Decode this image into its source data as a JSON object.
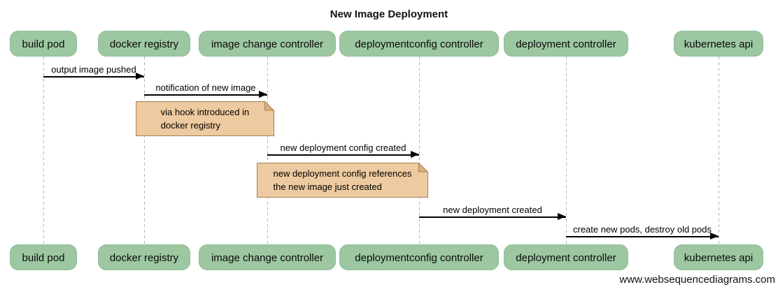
{
  "title": "New Image Deployment",
  "footer": "www.websequencediagrams.com",
  "actors": [
    {
      "label": "build pod"
    },
    {
      "label": "docker registry"
    },
    {
      "label": "image change controller"
    },
    {
      "label": "deploymentconfig controller"
    },
    {
      "label": "deployment controller"
    },
    {
      "label": "kubernetes api"
    }
  ],
  "messages": [
    {
      "label": "output image pushed",
      "from": "build pod",
      "to": "docker registry"
    },
    {
      "label": "notification of new image",
      "from": "docker registry",
      "to": "image change controller"
    },
    {
      "label": "new deployment config created",
      "from": "image change controller",
      "to": "deploymentconfig controller"
    },
    {
      "label": "new deployment created",
      "from": "deploymentconfig controller",
      "to": "deployment controller"
    },
    {
      "label": "create new pods, destroy old pods",
      "from": "deployment controller",
      "to": "kubernetes api"
    }
  ],
  "notes": [
    {
      "line1": "via hook introduced in",
      "line2": "docker registry",
      "anchored_to": "docker registry"
    },
    {
      "line1": "new deployment config references",
      "line2": "the new image just created",
      "anchored_to": "image change controller"
    }
  ],
  "colors": {
    "actor_fill": "#9cc7a0",
    "actor_border": "#90bd98",
    "note_fill": "#edca9f",
    "note_border": "#a87f50",
    "note_fold": "#d9b183",
    "lifeline": "#b3b3b3",
    "arrow": "#000000",
    "background": "#ffffff"
  }
}
